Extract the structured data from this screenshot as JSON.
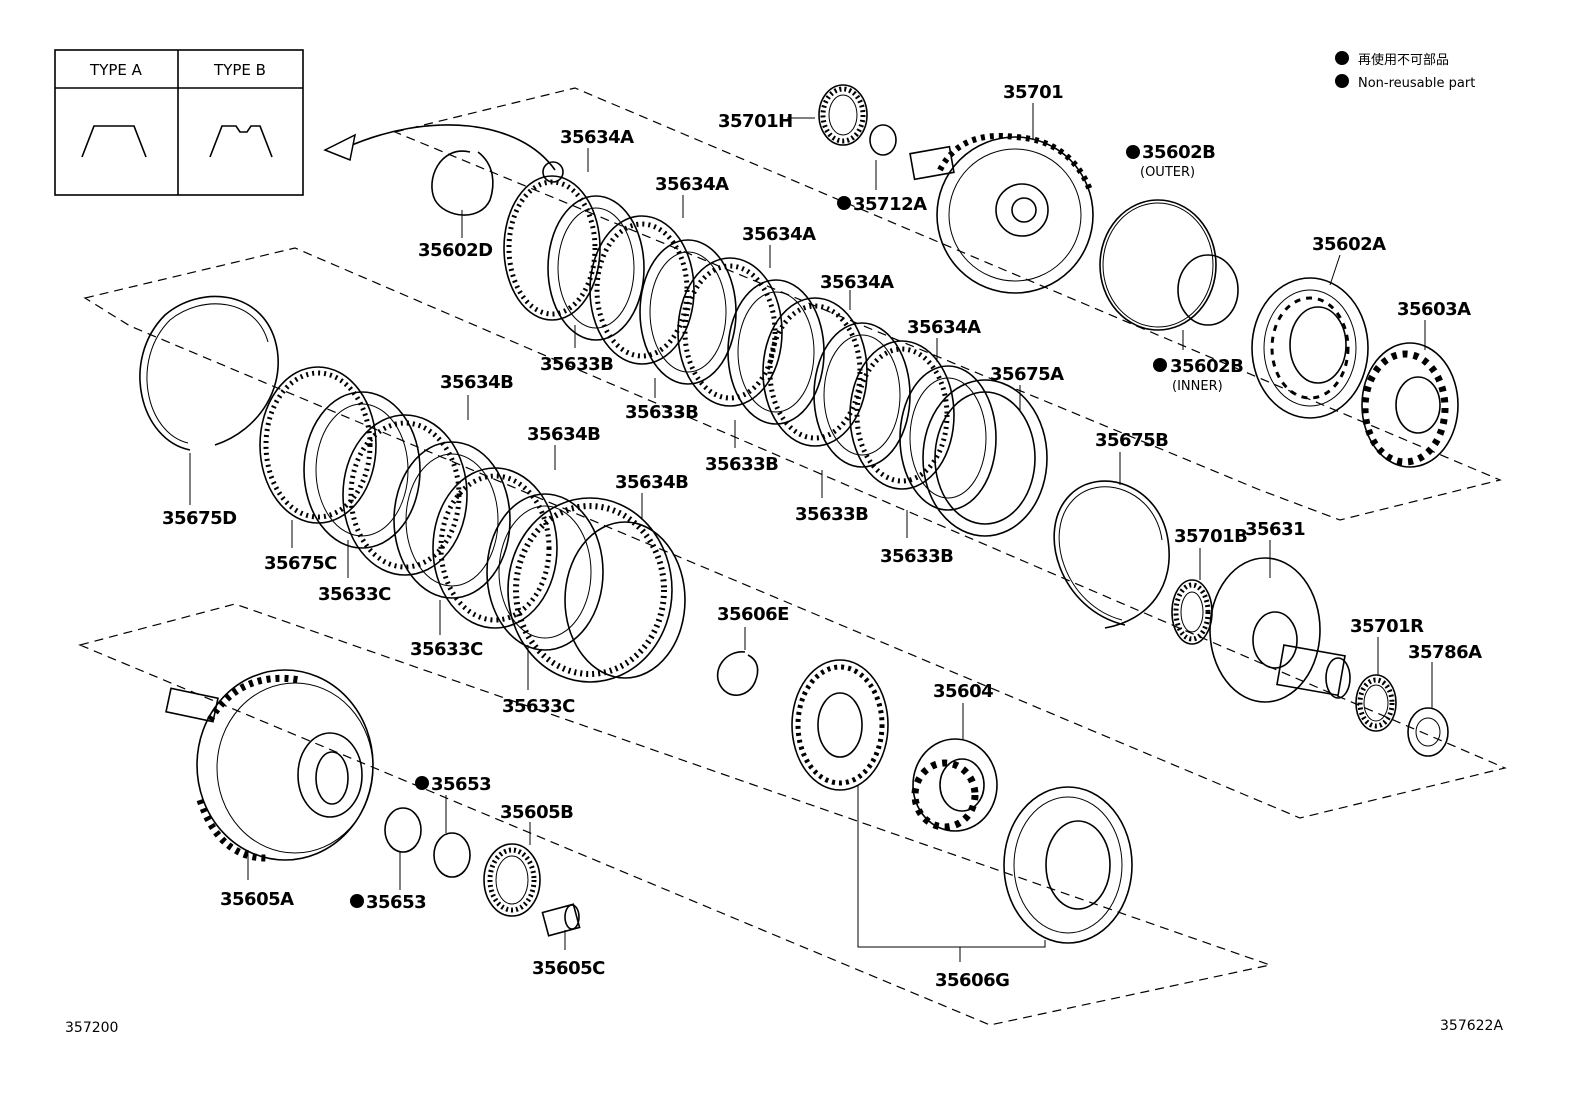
{
  "legend": {
    "japanese": "再使用不可部品",
    "english": "Non-reusable part"
  },
  "type_table": {
    "type_a": "TYPE A",
    "type_b": "TYPE B"
  },
  "footer": {
    "left_code": "357200",
    "right_code": "357622A"
  },
  "parts": [
    {
      "id": "35701H",
      "label": "35701H",
      "non_reusable": false
    },
    {
      "id": "35701",
      "label": "35701",
      "non_reusable": false
    },
    {
      "id": "35634A-1",
      "label": "35634A",
      "non_reusable": false
    },
    {
      "id": "35634A-2",
      "label": "35634A",
      "non_reusable": false
    },
    {
      "id": "35634A-3",
      "label": "35634A",
      "non_reusable": false
    },
    {
      "id": "35634A-4",
      "label": "35634A",
      "non_reusable": false
    },
    {
      "id": "35634A-5",
      "label": "35634A",
      "non_reusable": false
    },
    {
      "id": "35712A",
      "label": "35712A",
      "non_reusable": true
    },
    {
      "id": "35602B-outer",
      "label": "35602B",
      "note": "(OUTER)",
      "non_reusable": true
    },
    {
      "id": "35602B-inner",
      "label": "35602B",
      "note": "(INNER)",
      "non_reusable": true
    },
    {
      "id": "35602D",
      "label": "35602D",
      "non_reusable": false
    },
    {
      "id": "35602A",
      "label": "35602A",
      "non_reusable": false
    },
    {
      "id": "35603A",
      "label": "35603A",
      "non_reusable": false
    },
    {
      "id": "35633B-1",
      "label": "35633B",
      "non_reusable": false
    },
    {
      "id": "35633B-2",
      "label": "35633B",
      "non_reusable": false
    },
    {
      "id": "35633B-3",
      "label": "35633B",
      "non_reusable": false
    },
    {
      "id": "35633B-4",
      "label": "35633B",
      "non_reusable": false
    },
    {
      "id": "35633B-5",
      "label": "35633B",
      "non_reusable": false
    },
    {
      "id": "35675A",
      "label": "35675A",
      "non_reusable": false
    },
    {
      "id": "35675B",
      "label": "35675B",
      "non_reusable": false
    },
    {
      "id": "35634B-1",
      "label": "35634B",
      "non_reusable": false
    },
    {
      "id": "35634B-2",
      "label": "35634B",
      "non_reusable": false
    },
    {
      "id": "35634B-3",
      "label": "35634B",
      "non_reusable": false
    },
    {
      "id": "35675D",
      "label": "35675D",
      "non_reusable": false
    },
    {
      "id": "35675C",
      "label": "35675C",
      "non_reusable": false
    },
    {
      "id": "35633C-1",
      "label": "35633C",
      "non_reusable": false
    },
    {
      "id": "35633C-2",
      "label": "35633C",
      "non_reusable": false
    },
    {
      "id": "35633C-3",
      "label": "35633C",
      "non_reusable": false
    },
    {
      "id": "35701B",
      "label": "35701B",
      "non_reusable": false
    },
    {
      "id": "35631",
      "label": "35631",
      "non_reusable": false
    },
    {
      "id": "35606E",
      "label": "35606E",
      "non_reusable": false
    },
    {
      "id": "35701R",
      "label": "35701R",
      "non_reusable": false
    },
    {
      "id": "35786A",
      "label": "35786A",
      "non_reusable": false
    },
    {
      "id": "35604",
      "label": "35604",
      "non_reusable": false
    },
    {
      "id": "35653-1",
      "label": "35653",
      "non_reusable": true
    },
    {
      "id": "35653-2",
      "label": "35653",
      "non_reusable": true
    },
    {
      "id": "35605B",
      "label": "35605B",
      "non_reusable": false
    },
    {
      "id": "35605A",
      "label": "35605A",
      "non_reusable": false
    },
    {
      "id": "35605C",
      "label": "35605C",
      "non_reusable": false
    },
    {
      "id": "35606G",
      "label": "35606G",
      "non_reusable": false
    }
  ]
}
